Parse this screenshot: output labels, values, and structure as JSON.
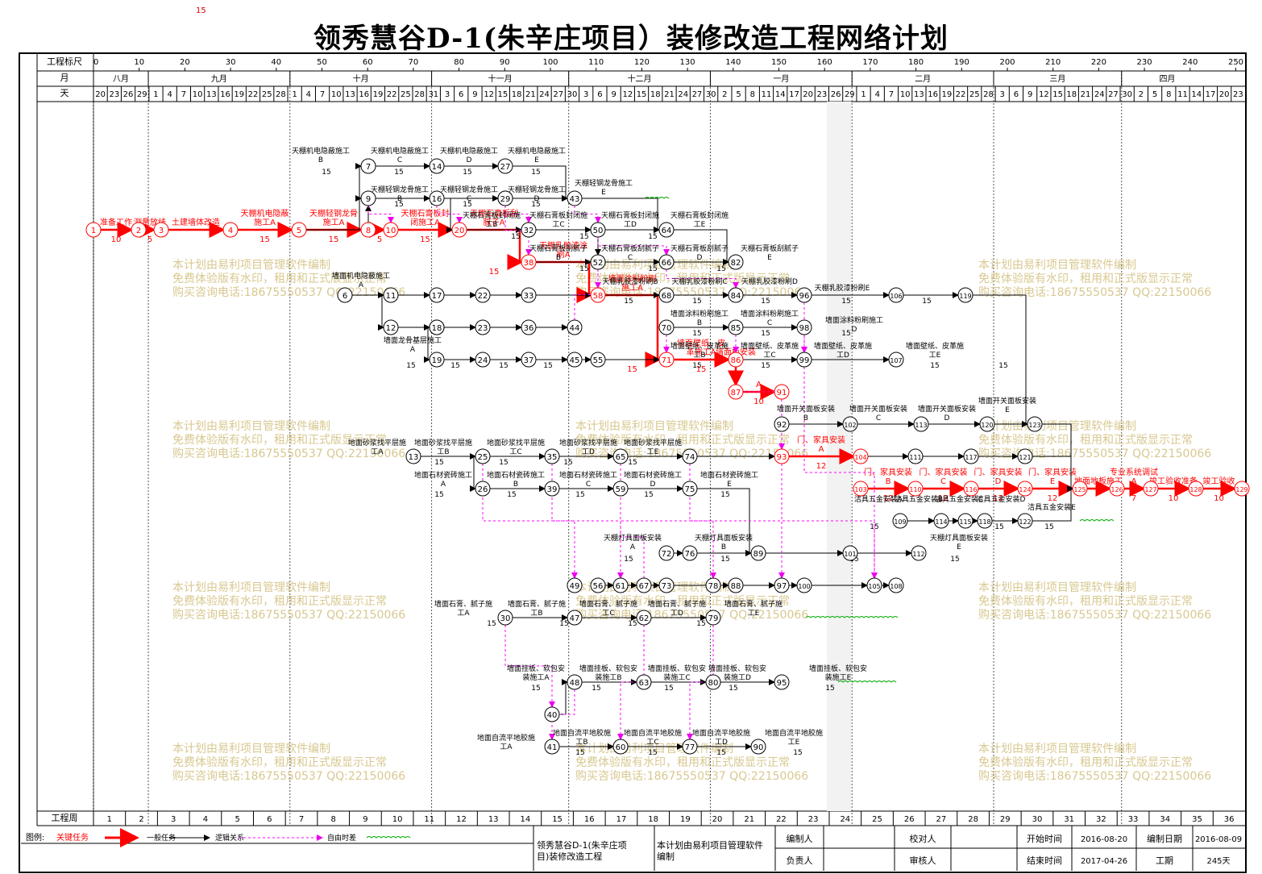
{
  "corner_number": "15",
  "title": "领秀慧谷D-1(朱辛庄项目）装修改造工程网络计划",
  "header": {
    "row_labels": {
      "scale": "工程标尺",
      "month": "月",
      "day": "天",
      "week": "工程周"
    },
    "scale_ticks": [
      "0",
      "10",
      "20",
      "30",
      "40",
      "50",
      "60",
      "70",
      "80",
      "90",
      "100",
      "110",
      "120",
      "130",
      "140",
      "150",
      "160",
      "170",
      "180",
      "190",
      "200",
      "210",
      "220",
      "230",
      "240",
      "250"
    ],
    "months": [
      "八月",
      "九月",
      "十月",
      "十一月",
      "十二月",
      "一月",
      "二月",
      "三月",
      "四月"
    ],
    "days": [
      "20",
      "23",
      "26",
      "29",
      "1",
      "4",
      "7",
      "10",
      "13",
      "16",
      "19",
      "22",
      "25",
      "28",
      "1",
      "4",
      "7",
      "10",
      "13",
      "16",
      "19",
      "22",
      "25",
      "28",
      "31",
      "3",
      "6",
      "9",
      "12",
      "15",
      "18",
      "21",
      "24",
      "27",
      "30",
      "3",
      "6",
      "9",
      "12",
      "15",
      "18",
      "21",
      "24",
      "27",
      "30",
      "2",
      "5",
      "8",
      "11",
      "14",
      "17",
      "20",
      "23",
      "26",
      "29",
      "1",
      "4",
      "7",
      "10",
      "13",
      "16",
      "19",
      "22",
      "25",
      "28",
      "3",
      "6",
      "9",
      "12",
      "15",
      "18",
      "21",
      "24",
      "27",
      "30",
      "2",
      "5",
      "8",
      "11",
      "14",
      "17",
      "20",
      "23"
    ],
    "weeks": [
      "1",
      "2",
      "3",
      "4",
      "5",
      "6",
      "7",
      "8",
      "9",
      "10",
      "11",
      "12",
      "13",
      "14",
      "15",
      "16",
      "17",
      "18",
      "19",
      "20",
      "21",
      "22",
      "23",
      "24",
      "25",
      "26",
      "27",
      "28",
      "29",
      "30",
      "31",
      "32",
      "33",
      "34",
      "35",
      "36"
    ]
  },
  "watermark": [
    "本计划由易利项目管理软件编制",
    "免费体验版有水印，租用和正式版显示正常",
    "购买咨询电话:18675550537 QQ:22150066"
  ],
  "critical_tasks": [
    {
      "from": "1",
      "to": "2",
      "label": "准备工作",
      "dur": "10"
    },
    {
      "from": "2",
      "to": "3",
      "label": "测量放线",
      "dur": "5"
    },
    {
      "from": "3",
      "to": "4",
      "label": "土建墙体改造",
      "dur": ""
    },
    {
      "from": "4",
      "to": "5",
      "label": "天棚机电隐蔽施工A",
      "dur": "15"
    },
    {
      "from": "5",
      "to": "8",
      "label": "天棚轻钢龙骨施工A",
      "dur": "15"
    },
    {
      "from": "8",
      "to": "10",
      "label": "",
      "dur": "5"
    },
    {
      "from": "10",
      "to": "20",
      "label": "天棚石膏板封闭施工A",
      "dur": "15"
    },
    {
      "from": "20",
      "to": "38",
      "label": "天棚石膏板刮腻子A",
      "dur": "15"
    },
    {
      "from": "38",
      "to": "58",
      "label": "天棚乳胶漆涂刷A",
      "dur": ""
    },
    {
      "from": "58",
      "to": "71",
      "label": "墙面涂料粉刷施工A",
      "dur": "15"
    },
    {
      "from": "71",
      "to": "86",
      "label": "墙面壁纸、皮革施工A",
      "dur": "15"
    },
    {
      "from": "86",
      "to": "87",
      "label": "墙面板安装",
      "dur": ""
    },
    {
      "from": "87",
      "to": "91",
      "label": "A",
      "dur": "10"
    },
    {
      "from": "93",
      "to": "104",
      "label": "门、家具安装A",
      "dur": "12"
    },
    {
      "from": "103",
      "to": "110",
      "label": "门、家具安装B",
      "dur": "12"
    },
    {
      "from": "110",
      "to": "116",
      "label": "门、家具安装C",
      "dur": "12"
    },
    {
      "from": "116",
      "to": "124",
      "label": "门、家具安装D",
      "dur": "12"
    },
    {
      "from": "124",
      "to": "125",
      "label": "门、家具安装E",
      "dur": "12"
    },
    {
      "from": "125",
      "to": "126",
      "label": "地面地板施工",
      "dur": ""
    },
    {
      "from": "126",
      "to": "127",
      "label": "专业系统调试A",
      "dur": "7"
    },
    {
      "from": "127",
      "to": "128",
      "label": "竣工验收准备",
      "dur": "10"
    },
    {
      "from": "128",
      "to": "129",
      "label": "竣工验收",
      "dur": "10"
    }
  ],
  "task_labels": [
    "天棚机电隐蔽施工B",
    "天棚机电隐蔽施工C",
    "天棚机电隐蔽施工D",
    "天棚机电隐蔽施工E",
    "天棚轻钢龙骨施工B",
    "天棚轻钢龙骨施工C",
    "天棚轻钢龙骨施工D",
    "天棚轻钢龙骨施工E",
    "天棚石膏板封闭施工B",
    "天棚石膏板封闭施工C",
    "天棚石膏板封闭施工D",
    "天棚石膏板封闭施工E",
    "天棚石膏板刮腻子B",
    "天棚石膏板刮腻子C",
    "天棚石膏板刮腻子D",
    "天棚石膏板刮腻子E",
    "天棚乳胶漆粉刷B",
    "天棚乳胶漆粉刷C",
    "天棚乳胶漆粉刷D",
    "天棚乳胶漆粉刷E",
    "墙面涂料粉刷施工B",
    "墙面涂料粉刷施工C",
    "墙面涂料粉刷施工D",
    "墙面壁纸、皮革施工B",
    "墙面壁纸、皮革施工C",
    "墙面壁纸、皮革施工D",
    "墙面壁纸、皮革施工E",
    "地面砂浆找平层施工A",
    "地面砂浆找平层施工B",
    "地面砂浆找平层施工C",
    "地面砂浆找平层施工D",
    "地面砂浆找平层施工E",
    "地面石材瓷砖施工A",
    "地面石材瓷砖施工B",
    "地面石材瓷砖施工C",
    "地面石材瓷砖施工D",
    "地面石材瓷砖施工E",
    "天棚灯具面板安装A",
    "天棚灯具面板安装B",
    "天棚灯具面板安装E",
    "墙面石膏、腻子施工A",
    "墙面石膏、腻子施工B",
    "墙面石膏、腻子施工C",
    "墙面石膏、腻子施工D",
    "墙面石膏、腻子施工E",
    "墙面挂板、软包安装施工A",
    "墙面挂板、软包安装施工B",
    "墙面挂板、软包安装施工C",
    "墙面挂板、软包安装施工D",
    "墙面挂板、软包安装施工E",
    "地面自流平地胶施工A",
    "地面自流平地胶施工B",
    "地面自流平地胶施工C",
    "地面自流平地胶施工D",
    "地面自流平地胶施工E",
    "墙面开关面板安装B",
    "墙面开关面板安装C",
    "墙面开关面板安装D",
    "墙面开关面板安装E",
    "洁具五金安装A",
    "洁具五金安装B",
    "洁具五金安装C",
    "洁具五金安装D",
    "洁具五金安装E",
    "墙面机电隐蔽施工A",
    "墙面龙骨基层施工A"
  ],
  "legend": {
    "label": "图例:",
    "critical": "关键任务",
    "normal": "一般任务",
    "logic": "逻辑关系",
    "float": "自由时差"
  },
  "footer": {
    "project": "领秀慧谷D-1(朱辛庄项目)装修改造工程",
    "software": "本计划由易利项目管理软件编制",
    "compiler_label": "编制人",
    "compiler": "",
    "reviewer_label": "校对人",
    "reviewer": "",
    "start_label": "开始时间",
    "start": "2016-08-20",
    "date_label": "编制日期",
    "date": "2016-08-09",
    "leader_label": "负责人",
    "leader": "",
    "approver_label": "审核人",
    "approver": "",
    "end_label": "结束时间",
    "end": "2017-04-26",
    "period_label": "工期",
    "period": "245天"
  },
  "colors": {
    "critical": "#ff0000",
    "normal": "#000000",
    "float": "#ff00ff",
    "wave": "#00aa00",
    "watermark": "#d8c890"
  }
}
